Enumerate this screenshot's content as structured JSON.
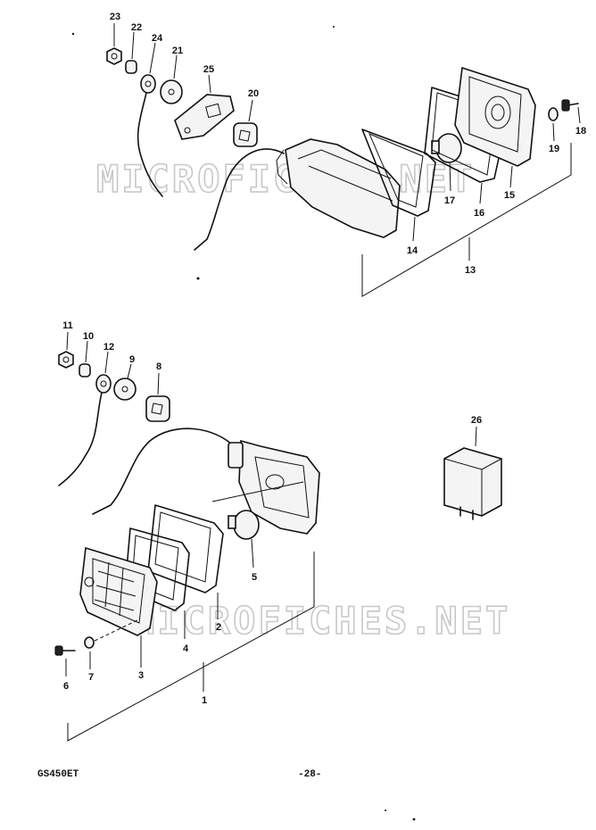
{
  "watermark": "MICROFICHES.NET",
  "footer": {
    "model": "GS450ET",
    "page": "-28-"
  },
  "callouts": {
    "c1": "1",
    "c2": "2",
    "c3": "3",
    "c4": "4",
    "c5": "5",
    "c6": "6",
    "c7": "7",
    "c8": "8",
    "c9": "9",
    "c10": "10",
    "c11": "11",
    "c12": "12",
    "c13": "13",
    "c14": "14",
    "c15": "15",
    "c16": "16",
    "c17": "17",
    "c18": "18",
    "c19": "19",
    "c20": "20",
    "c21": "21",
    "c22": "22",
    "c23": "23",
    "c24": "24",
    "c25": "25",
    "c26": "26"
  }
}
